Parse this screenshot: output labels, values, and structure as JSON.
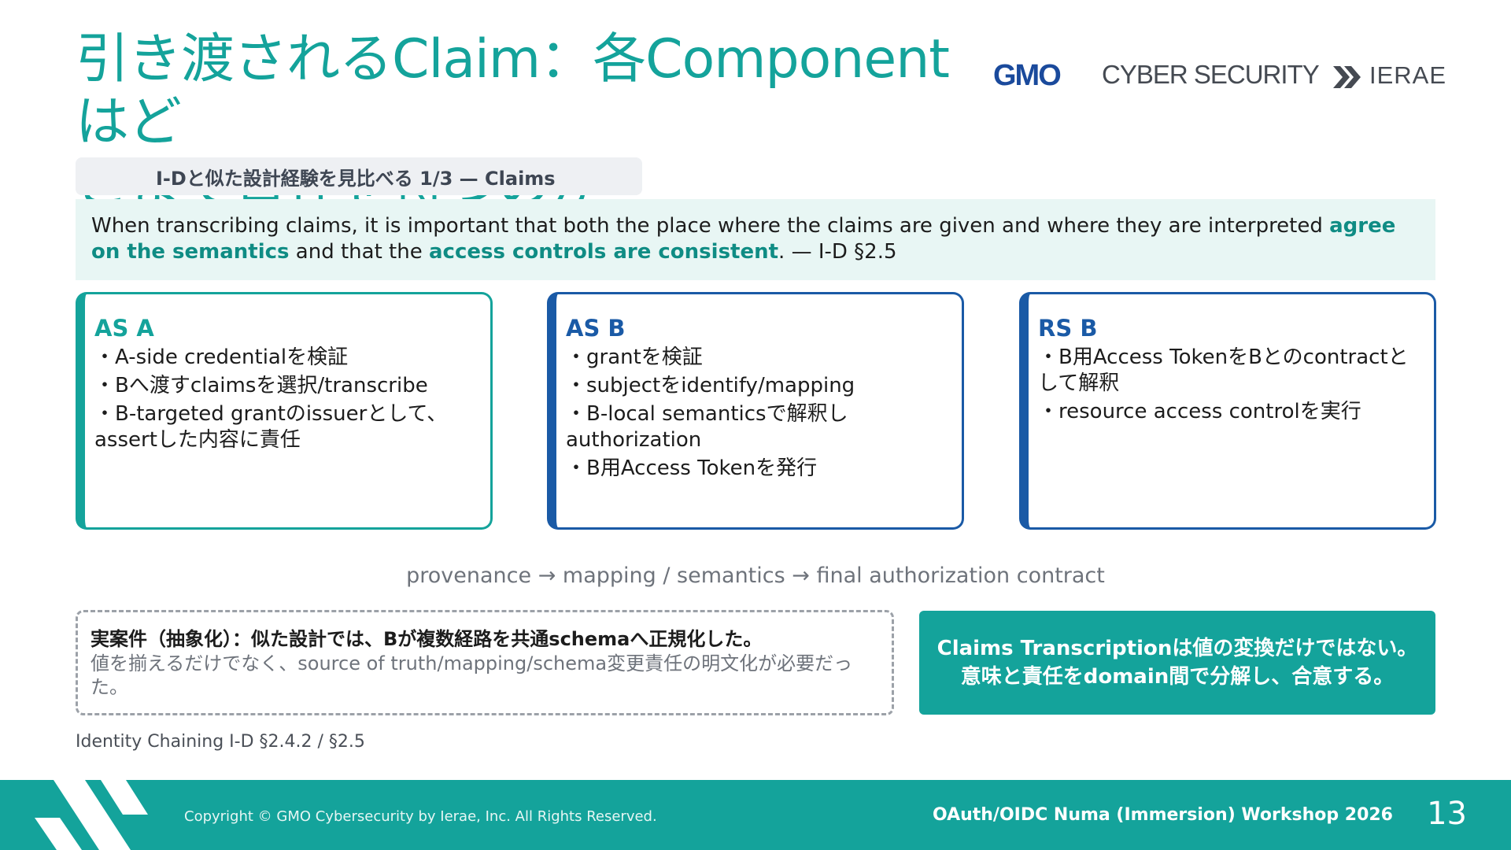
{
  "slide": {
    "title_line1": "引き渡されるClaim：各Componentはど",
    "title_line2": "こまで責任を持つのか",
    "subtitle": "I-Dと似た設計経験を見比べる 1/3 — Claims"
  },
  "logo": {
    "brand": "GMO",
    "text": "CYBER SECURITY",
    "product": "IERAE"
  },
  "quote": {
    "part1": "When transcribing claims, it is important that both the place where the claims are given and where they are interpreted ",
    "bold1": "agree on the semantics",
    "part2": " and that the ",
    "bold2": "access controls are consistent",
    "part3": ".  — I-D §2.5"
  },
  "cards": [
    {
      "title": "AS A",
      "items": [
        "・A-side credentialを検証",
        "・Bへ渡すclaimsを選択/transcribe",
        "・B-targeted grantのissuerとして、assertした内容に責任"
      ]
    },
    {
      "title": "AS B",
      "items": [
        "・grantを検証",
        "・subjectをidentify/mapping",
        "・B-local semanticsで解釈しauthorization",
        "・B用Access Tokenを発行"
      ]
    },
    {
      "title": "RS B",
      "items": [
        "・B用Access TokenをBとのcontractとして解釈",
        "・resource access controlを実行"
      ]
    }
  ],
  "flow": "provenance  →  mapping / semantics  →  final authorization contract",
  "case": {
    "bold": "実案件（抽象化）：似た設計では、Bが複数経路を共通schemaへ正規化した。",
    "text": "値を揃えるだけでなく、source of truth/mapping/schema変更責任の明文化が必要だった。"
  },
  "callout": {
    "line1": "Claims Transcriptionは値の変換だけではない。",
    "line2": "意味と責任をdomain間で分解し、合意する。"
  },
  "source": "Identity Chaining I-D §2.4.2 / §2.5",
  "footer": {
    "copyright": "Copyright © GMO Cybersecurity by Ierae, Inc. All Rights Reserved.",
    "workshop": "OAuth/OIDC Numa (Immersion) Workshop 2026",
    "page": "13"
  },
  "colors": {
    "teal": "#14a39b",
    "blue": "#1a5aa6",
    "logo_blue": "#1a4a9c"
  }
}
